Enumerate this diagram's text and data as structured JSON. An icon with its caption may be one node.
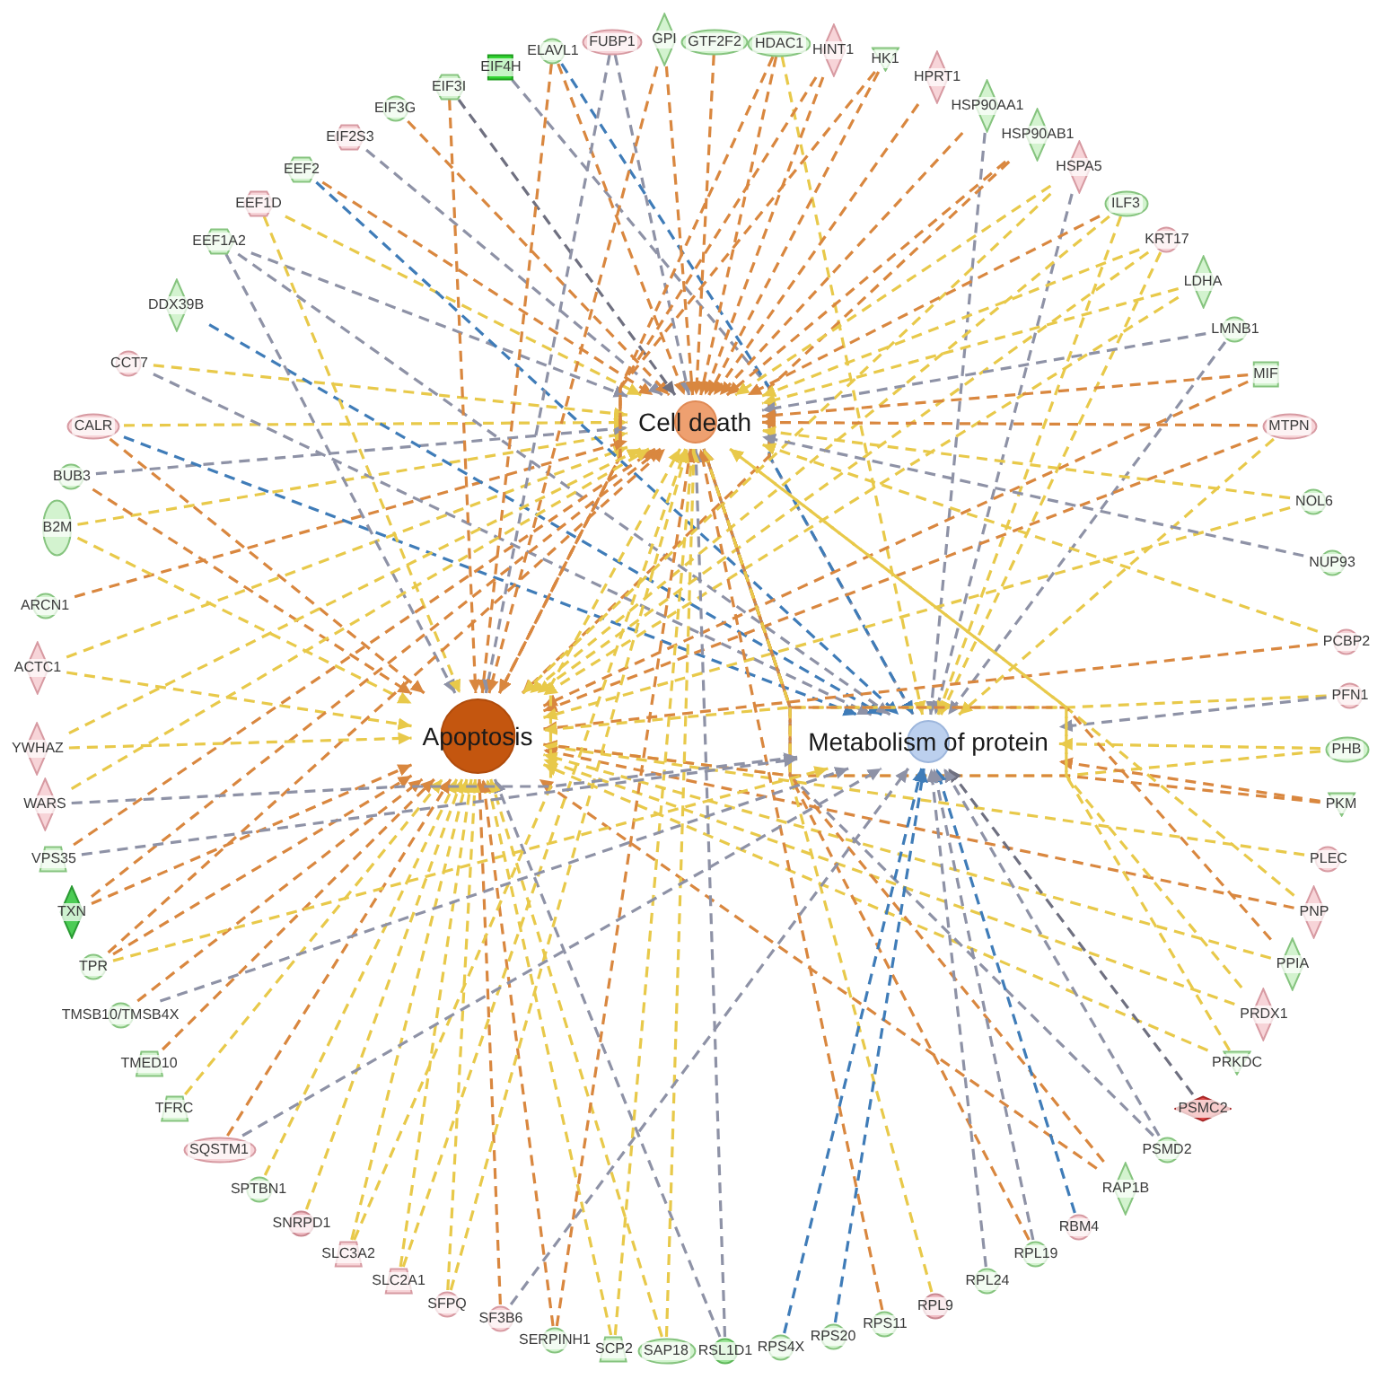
{
  "diagram": {
    "nodes": [
      {
        "text": [
          "Cell death"
        ]
      },
      {
        "text": [
          "Apoptosis"
        ]
      },
      {
        "text": [
          "Metabolism of protein"
        ]
      },
      {
        "text": [
          "ACTC1"
        ]
      },
      {
        "text": [
          "ARCN1"
        ]
      },
      {
        "text": [
          "B2M"
        ]
      },
      {
        "text": [
          "BUB3"
        ]
      },
      {
        "text": [
          "CALR"
        ]
      },
      {
        "text": [
          "CCT7"
        ]
      },
      {
        "text": [
          "DDX39B"
        ]
      },
      {
        "text": [
          "EEF1A2"
        ]
      },
      {
        "text": [
          "EEF1D"
        ]
      },
      {
        "text": [
          "EEF2"
        ]
      },
      {
        "text": [
          "EIF2S3"
        ]
      },
      {
        "text": [
          "EIF3G"
        ]
      },
      {
        "text": [
          "EIF3I"
        ]
      },
      {
        "text": [
          "EIF4H"
        ]
      },
      {
        "text": [
          "ELAVL1"
        ]
      },
      {
        "text": [
          "FUBP1"
        ]
      },
      {
        "text": [
          "GPI"
        ]
      },
      {
        "text": [
          "GTF2F2"
        ]
      },
      {
        "text": [
          "HDAC1"
        ]
      },
      {
        "text": [
          "HINT1"
        ]
      },
      {
        "text": [
          "HK1"
        ]
      },
      {
        "text": [
          "HPRT1"
        ]
      },
      {
        "text": [
          "HSP90AA1"
        ]
      },
      {
        "text": [
          "HSP90AB1"
        ]
      },
      {
        "text": [
          "HSPA5"
        ]
      },
      {
        "text": [
          "ILF3"
        ]
      },
      {
        "text": [
          "KRT17"
        ]
      },
      {
        "text": [
          "LDHA"
        ]
      },
      {
        "text": [
          "LMNB1"
        ]
      },
      {
        "text": [
          "MIF"
        ]
      },
      {
        "text": [
          "MTPN"
        ]
      },
      {
        "text": [
          "NOL6"
        ]
      },
      {
        "text": [
          "NUP93"
        ]
      },
      {
        "text": [
          "PCBP2"
        ]
      },
      {
        "text": [
          "PFN1"
        ]
      },
      {
        "text": [
          "PHB"
        ]
      },
      {
        "text": [
          "PKM"
        ]
      },
      {
        "text": [
          "PLEC"
        ]
      },
      {
        "text": [
          "PNP"
        ]
      },
      {
        "text": [
          "PPIA"
        ]
      },
      {
        "text": [
          "PRDX1"
        ]
      },
      {
        "text": [
          "PRKDC"
        ]
      },
      {
        "text": [
          "PSMC2"
        ]
      },
      {
        "text": [
          "PSMD2"
        ]
      },
      {
        "text": [
          "RAP1B"
        ]
      },
      {
        "text": [
          "RBM4"
        ]
      },
      {
        "text": [
          "RPL19"
        ]
      },
      {
        "text": [
          "RPL24"
        ]
      },
      {
        "text": [
          "RPL9"
        ]
      },
      {
        "text": [
          "RPS11"
        ]
      },
      {
        "text": [
          "RPS20"
        ]
      },
      {
        "text": [
          "RPS4X"
        ]
      },
      {
        "text": [
          "RSL1D1"
        ]
      },
      {
        "text": [
          "SAP18"
        ]
      },
      {
        "text": [
          "SCP2"
        ]
      },
      {
        "text": [
          "SERPINH1"
        ]
      },
      {
        "text": [
          "SF3B6"
        ]
      },
      {
        "text": [
          "SFPQ"
        ]
      },
      {
        "text": [
          "SLC2A1"
        ]
      },
      {
        "text": [
          "SLC3A2"
        ]
      },
      {
        "text": [
          "SNRPD1"
        ]
      },
      {
        "text": [
          "SPTBN1"
        ]
      },
      {
        "text": [
          "SQSTM1"
        ]
      },
      {
        "text": [
          "TFRC"
        ]
      },
      {
        "text": [
          "TMED10"
        ]
      },
      {
        "text": [
          "TMSB10/TMSB4X"
        ]
      },
      {
        "text": [
          "TPR"
        ]
      },
      {
        "text": [
          "TXN"
        ]
      },
      {
        "text": [
          "VPS35"
        ]
      },
      {
        "text": [
          "WARS"
        ]
      },
      {
        "text": [
          "YWHAZ"
        ]
      }
    ],
    "edges": [
      {
        "from": 3,
        "to": 0,
        "arrow": "to",
        "style": "dashed"
      },
      {
        "from": 3,
        "to": 1,
        "arrow": "to",
        "style": "dashed"
      },
      {
        "from": 4,
        "to": 0,
        "arrow": "to",
        "style": "dashed",
        "color": "#d9873f"
      },
      {
        "from": 5,
        "to": 0,
        "arrow": "to",
        "style": "dashed"
      },
      {
        "from": 5,
        "to": 1,
        "arrow": "to",
        "style": "dashed"
      },
      {
        "from": 6,
        "to": 0,
        "arrow": "to",
        "style": "dashed",
        "color": "#8e92a6"
      },
      {
        "from": 6,
        "to": 1,
        "arrow": "to",
        "style": "dashed",
        "color": "#d9873f"
      },
      {
        "from": 7,
        "to": 0,
        "arrow": "to",
        "style": "dashed"
      },
      {
        "from": 7,
        "to": 2,
        "arrow": "to",
        "style": "dashed",
        "color": "#3f7cb8"
      },
      {
        "from": 7,
        "to": 1,
        "arrow": "to",
        "style": "dashed",
        "color": "#d9873f"
      },
      {
        "from": 8,
        "to": 0,
        "arrow": "to",
        "style": "dashed"
      },
      {
        "from": 8,
        "to": 2,
        "arrow": "to",
        "style": "dashed",
        "color": "#8e92a6"
      },
      {
        "from": 9,
        "to": 2,
        "arrow": "to",
        "style": "dashed",
        "color": "#3f7cb8"
      },
      {
        "from": 10,
        "to": 0,
        "arrow": "to",
        "style": "dashed",
        "color": "#8e92a6"
      },
      {
        "from": 10,
        "to": 2,
        "arrow": "to",
        "style": "dashed",
        "color": "#8e92a6"
      },
      {
        "from": 10,
        "to": 1,
        "arrow": "to",
        "style": "dashed",
        "color": "#8e92a6"
      },
      {
        "from": 11,
        "to": 0,
        "arrow": "to",
        "style": "dashed"
      },
      {
        "from": 11,
        "to": 1,
        "arrow": "to",
        "style": "dashed"
      },
      {
        "from": 12,
        "to": 2,
        "arrow": "to",
        "style": "dashed",
        "color": "#3f7cb8"
      },
      {
        "from": 12,
        "to": 0,
        "arrow": "to",
        "style": "dashed",
        "color": "#d9873f"
      },
      {
        "from": 13,
        "to": 0,
        "arrow": "to",
        "style": "dashed",
        "color": "#8e92a6"
      },
      {
        "from": 14,
        "to": 0,
        "arrow": "to",
        "style": "dashed",
        "color": "#d9873f"
      },
      {
        "from": 15,
        "to": 1,
        "arrow": "to",
        "style": "dashed",
        "color": "#d9873f"
      },
      {
        "from": 15,
        "to": 0,
        "arrow": "to",
        "style": "dashed",
        "color": "#6f7080"
      },
      {
        "from": 16,
        "to": 2,
        "arrow": "to",
        "style": "dashed",
        "color": "#8e92a6"
      },
      {
        "from": 17,
        "to": 1,
        "arrow": "to",
        "style": "dashed",
        "color": "#d9873f"
      },
      {
        "from": 17,
        "to": 2,
        "arrow": "to",
        "style": "dashed",
        "color": "#3f7cb8"
      },
      {
        "from": 17,
        "to": 0,
        "arrow": "to",
        "style": "dashed",
        "color": "#d9873f"
      },
      {
        "from": 18,
        "to": 1,
        "arrow": "to",
        "style": "dashed",
        "color": "#8e92a6"
      },
      {
        "from": 18,
        "to": 0,
        "arrow": "to",
        "style": "dashed",
        "color": "#8e92a6"
      },
      {
        "from": 19,
        "to": 1,
        "arrow": "to",
        "style": "dashed",
        "color": "#d9873f"
      },
      {
        "from": 19,
        "to": 0,
        "arrow": "to",
        "style": "dashed",
        "color": "#d9873f"
      },
      {
        "from": 20,
        "to": 0,
        "arrow": "to",
        "style": "dashed",
        "color": "#d9873f"
      },
      {
        "from": 21,
        "to": 0,
        "arrow": "to",
        "style": "dashed",
        "color": "#d9873f"
      },
      {
        "from": 21,
        "to": 1,
        "arrow": "to",
        "style": "dashed",
        "color": "#d9873f"
      },
      {
        "from": 21,
        "to": 2,
        "arrow": "to",
        "style": "dashed"
      },
      {
        "from": 22,
        "to": 0,
        "arrow": "to",
        "style": "dashed",
        "color": "#d9873f"
      },
      {
        "from": 22,
        "to": 1,
        "arrow": "to",
        "style": "dashed",
        "color": "#d9873f"
      },
      {
        "from": 23,
        "to": 0,
        "arrow": "to",
        "style": "dashed",
        "color": "#d9873f"
      },
      {
        "from": 23,
        "to": 1,
        "arrow": "to",
        "style": "dashed",
        "color": "#d9873f"
      },
      {
        "from": 24,
        "to": 0,
        "arrow": "to",
        "style": "dashed",
        "color": "#d9873f"
      },
      {
        "from": 25,
        "to": 0,
        "arrow": "to",
        "style": "dashed",
        "color": "#d9873f"
      },
      {
        "from": 25,
        "to": 2,
        "arrow": "to",
        "style": "dashed",
        "color": "#8e92a6"
      },
      {
        "from": 26,
        "to": 0,
        "arrow": "to",
        "style": "dashed",
        "color": "#d9873f"
      },
      {
        "from": 26,
        "to": 1,
        "arrow": "to",
        "style": "dashed",
        "color": "#d9873f"
      },
      {
        "from": 27,
        "to": 0,
        "arrow": "to",
        "style": "dashed"
      },
      {
        "from": 27,
        "to": 1,
        "arrow": "to",
        "style": "dashed"
      },
      {
        "from": 27,
        "to": 2,
        "arrow": "to",
        "style": "dashed",
        "color": "#8e92a6"
      },
      {
        "from": 28,
        "to": 0,
        "arrow": "to",
        "style": "dashed",
        "color": "#d9873f"
      },
      {
        "from": 28,
        "to": 1,
        "arrow": "to",
        "style": "dashed"
      },
      {
        "from": 28,
        "to": 2,
        "arrow": "to",
        "style": "dashed"
      },
      {
        "from": 29,
        "to": 0,
        "arrow": "to",
        "style": "dashed"
      },
      {
        "from": 29,
        "to": 1,
        "arrow": "to",
        "style": "dashed"
      },
      {
        "from": 29,
        "to": 2,
        "arrow": "to",
        "style": "dashed"
      },
      {
        "from": 30,
        "to": 0,
        "arrow": "to",
        "style": "dashed"
      },
      {
        "from": 30,
        "to": 1,
        "arrow": "to",
        "style": "dashed"
      },
      {
        "from": 31,
        "to": 0,
        "arrow": "to",
        "style": "dashed",
        "color": "#8e92a6"
      },
      {
        "from": 31,
        "to": 2,
        "arrow": "to",
        "style": "dashed",
        "color": "#8e92a6"
      },
      {
        "from": 32,
        "to": 0,
        "arrow": "to",
        "style": "dashed",
        "color": "#d9873f"
      },
      {
        "from": 32,
        "to": 1,
        "arrow": "to",
        "style": "dashed",
        "color": "#d9873f"
      },
      {
        "from": 33,
        "to": 0,
        "arrow": "to",
        "style": "dashed",
        "color": "#d9873f"
      },
      {
        "from": 33,
        "to": 1,
        "arrow": "to",
        "style": "dashed",
        "color": "#d9873f"
      },
      {
        "from": 33,
        "to": 2,
        "arrow": "to",
        "style": "dashed"
      },
      {
        "from": 34,
        "to": 0,
        "arrow": "to",
        "style": "dashed"
      },
      {
        "from": 34,
        "to": 1,
        "arrow": "to",
        "style": "dashed"
      },
      {
        "from": 35,
        "to": 0,
        "arrow": "to",
        "style": "dashed",
        "color": "#8e92a6"
      },
      {
        "from": 36,
        "to": 0,
        "arrow": "to",
        "style": "dashed"
      },
      {
        "from": 36,
        "to": 1,
        "arrow": "to",
        "style": "dashed",
        "color": "#d9873f"
      },
      {
        "from": 37,
        "to": 1,
        "arrow": "to",
        "style": "dashed"
      },
      {
        "from": 37,
        "to": 2,
        "arrow": "to",
        "style": "dashed",
        "color": "#8e92a6"
      },
      {
        "from": 38,
        "to": 1,
        "arrow": "to",
        "style": "dashed"
      },
      {
        "from": 38,
        "to": 2,
        "arrow": "to",
        "style": "dashed"
      },
      {
        "from": 39,
        "to": 2,
        "arrow": "to",
        "style": "dashed",
        "color": "#d9873f"
      },
      {
        "from": 39,
        "to": 1,
        "arrow": "to",
        "style": "dashed",
        "color": "#d9873f"
      },
      {
        "from": 40,
        "to": 1,
        "arrow": "to",
        "style": "dashed"
      },
      {
        "from": 41,
        "to": 1,
        "arrow": "to",
        "style": "dashed",
        "color": "#d9873f"
      },
      {
        "from": 41,
        "to": 0,
        "arrow": "to",
        "style": "dashed"
      },
      {
        "from": 42,
        "to": 0,
        "arrow": "to",
        "style": "dashed",
        "color": "#d9873f"
      },
      {
        "from": 42,
        "to": 1,
        "arrow": "to",
        "style": "dashed"
      },
      {
        "from": 43,
        "to": 1,
        "arrow": "to",
        "style": "dashed"
      },
      {
        "from": 43,
        "to": 0,
        "arrow": "to",
        "style": "dashed"
      },
      {
        "from": 44,
        "to": 1,
        "arrow": "to",
        "style": "dashed"
      },
      {
        "from": 44,
        "to": 0,
        "arrow": "to",
        "style": "dashed"
      },
      {
        "from": 45,
        "to": 2,
        "arrow": "to",
        "style": "dashed",
        "color": "#6f7080"
      },
      {
        "from": 46,
        "to": 2,
        "arrow": "to",
        "style": "dashed",
        "color": "#8e92a6"
      },
      {
        "from": 46,
        "to": 0,
        "arrow": "to",
        "style": "dashed",
        "color": "#8e92a6"
      },
      {
        "from": 47,
        "to": 1,
        "arrow": "to",
        "style": "dashed",
        "color": "#d9873f"
      },
      {
        "from": 47,
        "to": 0,
        "arrow": "to",
        "style": "dashed",
        "color": "#d9873f"
      },
      {
        "from": 48,
        "to": 2,
        "arrow": "to",
        "style": "dashed",
        "color": "#3f7cb8"
      },
      {
        "from": 49,
        "to": 0,
        "arrow": "to",
        "style": "dashed",
        "color": "#d9873f"
      },
      {
        "from": 49,
        "to": 2,
        "arrow": "to",
        "style": "dashed",
        "color": "#8e92a6"
      },
      {
        "from": 50,
        "to": 2,
        "arrow": "to",
        "style": "dashed",
        "color": "#8e92a6"
      },
      {
        "from": 51,
        "to": 0,
        "arrow": "to",
        "style": "dashed"
      },
      {
        "from": 52,
        "to": 0,
        "arrow": "to",
        "style": "dashed",
        "color": "#d9873f"
      },
      {
        "from": 53,
        "to": 2,
        "arrow": "to",
        "style": "dashed",
        "color": "#3f7cb8"
      },
      {
        "from": 54,
        "to": 2,
        "arrow": "to",
        "style": "dashed",
        "color": "#3f7cb8"
      },
      {
        "from": 55,
        "to": 0,
        "arrow": "to",
        "style": "dashed",
        "color": "#8e92a6"
      },
      {
        "from": 55,
        "to": 1,
        "arrow": "to",
        "style": "dashed",
        "color": "#8e92a6"
      },
      {
        "from": 56,
        "to": 1,
        "arrow": "to",
        "style": "dashed"
      },
      {
        "from": 56,
        "to": 0,
        "arrow": "to",
        "style": "dashed"
      },
      {
        "from": 57,
        "to": 1,
        "arrow": "to",
        "style": "dashed"
      },
      {
        "from": 57,
        "to": 0,
        "arrow": "to",
        "style": "dashed"
      },
      {
        "from": 58,
        "to": 1,
        "arrow": "to",
        "style": "dashed",
        "color": "#d9873f"
      },
      {
        "from": 58,
        "to": 0,
        "arrow": "to",
        "style": "dashed",
        "color": "#d9873f"
      },
      {
        "from": 59,
        "to": 1,
        "arrow": "to",
        "style": "dashed",
        "color": "#d9873f"
      },
      {
        "from": 59,
        "to": 2,
        "arrow": "to",
        "style": "dashed",
        "color": "#8e92a6"
      },
      {
        "from": 60,
        "to": 1,
        "arrow": "to",
        "style": "dashed"
      },
      {
        "from": 60,
        "to": 0,
        "arrow": "to",
        "style": "dashed"
      },
      {
        "from": 61,
        "to": 1,
        "arrow": "to",
        "style": "dashed"
      },
      {
        "from": 61,
        "to": 0,
        "arrow": "to",
        "style": "dashed"
      },
      {
        "from": 62,
        "to": 1,
        "arrow": "to",
        "style": "dashed"
      },
      {
        "from": 62,
        "to": 0,
        "arrow": "to",
        "style": "dashed"
      },
      {
        "from": 63,
        "to": 1,
        "arrow": "to",
        "style": "dashed"
      },
      {
        "from": 64,
        "to": 1,
        "arrow": "to",
        "style": "dashed"
      },
      {
        "from": 65,
        "to": 1,
        "arrow": "to",
        "style": "dashed",
        "color": "#d9873f"
      },
      {
        "from": 65,
        "to": 2,
        "arrow": "to",
        "style": "dashed",
        "color": "#8e92a6"
      },
      {
        "from": 66,
        "to": 1,
        "arrow": "to",
        "style": "dashed"
      },
      {
        "from": 67,
        "to": 1,
        "arrow": "to",
        "style": "dashed",
        "color": "#d9873f"
      },
      {
        "from": 68,
        "to": 2,
        "arrow": "to",
        "style": "dashed",
        "color": "#8e92a6"
      },
      {
        "from": 68,
        "to": 1,
        "arrow": "to",
        "style": "dashed",
        "color": "#d9873f"
      },
      {
        "from": 69,
        "to": 1,
        "arrow": "to",
        "style": "dashed",
        "color": "#d9873f"
      },
      {
        "from": 69,
        "to": 0,
        "arrow": "to",
        "style": "dashed",
        "color": "#d9873f"
      },
      {
        "from": 69,
        "to": 2,
        "arrow": "to",
        "style": "dashed"
      },
      {
        "from": 70,
        "to": 0,
        "arrow": "to",
        "style": "dashed",
        "color": "#d9873f"
      },
      {
        "from": 70,
        "to": 1,
        "arrow": "to",
        "style": "dashed",
        "color": "#d9873f"
      },
      {
        "from": 71,
        "to": 2,
        "arrow": "to",
        "style": "dashed",
        "color": "#8e92a6"
      },
      {
        "from": 71,
        "to": 0,
        "arrow": "to",
        "style": "dashed",
        "color": "#d9873f"
      },
      {
        "from": 72,
        "to": 2,
        "arrow": "to",
        "style": "dashed",
        "color": "#8e92a6"
      },
      {
        "from": 72,
        "to": 0,
        "arrow": "to",
        "style": "dashed"
      },
      {
        "from": 73,
        "to": 1,
        "arrow": "to",
        "style": "dashed"
      },
      {
        "from": 73,
        "to": 0,
        "arrow": "to",
        "style": "dashed"
      }
    ]
  }
}
